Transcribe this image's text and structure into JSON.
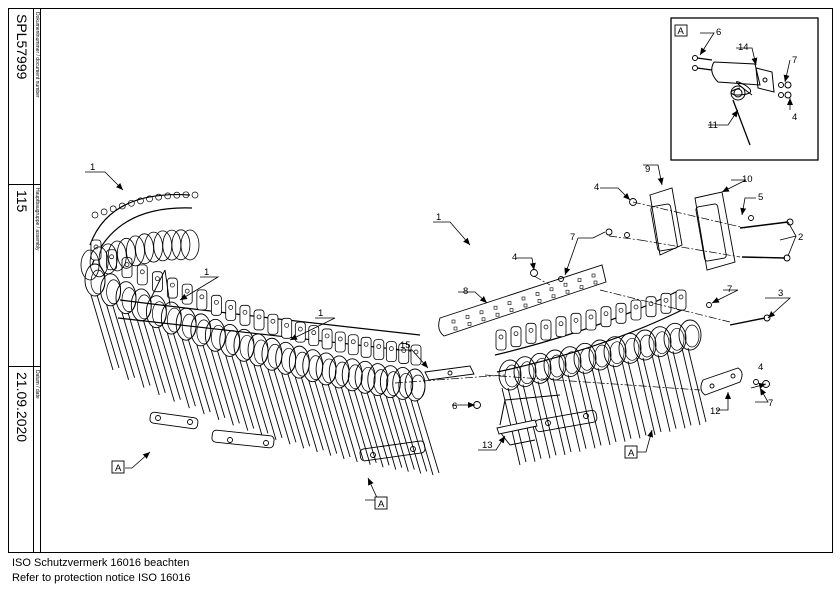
{
  "title_block": {
    "doc_label": "Dokumentnummer / document number",
    "doc_number": "SPL57999",
    "assembly_label": "Hauptbaugruppe / assembly",
    "assembly_number": "115",
    "date_label": "Datum / date",
    "date": "21.09.2020"
  },
  "footer": {
    "line1": "ISO Schutzvermerk 16016 beachten",
    "line2": "Refer to protection notice ISO 16016"
  },
  "callouts": {
    "c1a": "1",
    "c1b": "1",
    "c1c": "1",
    "c1d": "1",
    "c2": "2",
    "c3": "3",
    "c4a": "4",
    "c4b": "4",
    "c4c": "4",
    "c5": "5",
    "c6": "6",
    "c7a": "7",
    "c7b": "7",
    "c7c": "7",
    "c8": "8",
    "c9": "9",
    "c10": "10",
    "c12": "12",
    "c13": "13",
    "c15": "15",
    "ref_a1": "A",
    "ref_a2": "A",
    "ref_a3": "A"
  },
  "detail": {
    "label": "A",
    "c6": "6",
    "c14": "14",
    "c7": "7",
    "c4": "4",
    "c11": "11"
  }
}
